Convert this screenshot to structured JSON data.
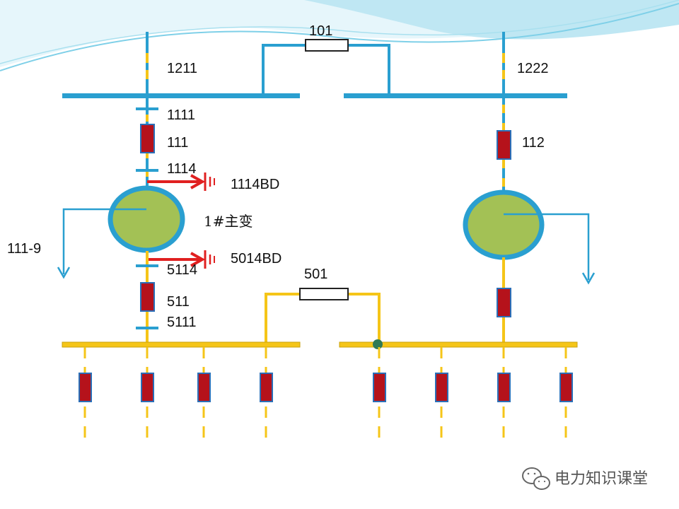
{
  "colors": {
    "hv": "#2a9fd0",
    "lv": "#f5c518",
    "breaker_fill": "#b5121b",
    "breaker_stroke": "#2a6fb8",
    "transformer_fill": "#a3c155",
    "transformer_ring": "#2a9fd0",
    "ground": "#e02020",
    "wave": "#7fd0e8"
  },
  "labels": {
    "bus_tie_hv": "101",
    "sw_1211": "1211",
    "sw_1222": "1222",
    "sw_1111": "1111",
    "brk_111": "111",
    "sw_1114": "1114",
    "ground_1114bd": "1114BD",
    "transformer_1": "1#主变",
    "neutral_111_9": "111-9",
    "ground_5014bd": "5014BD",
    "sw_5114": "5114",
    "bus_tie_lv": "501",
    "brk_511": "511",
    "sw_5111": "5111",
    "brk_112": "112"
  },
  "brand": {
    "name": "电力知识课堂",
    "icon": "wechat-icon"
  }
}
